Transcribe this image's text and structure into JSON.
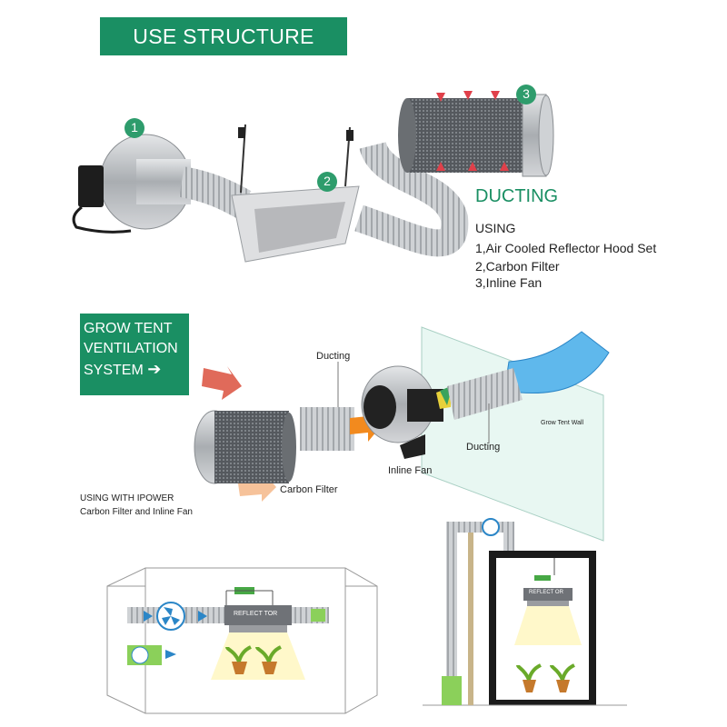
{
  "header": {
    "title": "USE STRUCTURE CHART"
  },
  "section1": {
    "markers": [
      "1",
      "2",
      "3"
    ],
    "heading": "DUCTING",
    "using_label": "USING",
    "items": [
      "1,Air Cooled Reflector Hood Set",
      "2,Carbon Filter",
      "3,Inline Fan"
    ]
  },
  "section2": {
    "box_lines": [
      "GROW TENT",
      "VENTILATION",
      "SYSTEM"
    ],
    "labels": {
      "ducting_top": "Ducting",
      "ducting_right": "Ducting",
      "inline_fan": "Inline Fan",
      "carbon_filter": "Carbon Filter",
      "grow_tent_wall": "Grow Tent Wall"
    },
    "ipower_title": "USING WITH IPOWER",
    "ipower_sub": "Carbon Filter and Inline Fan"
  },
  "section3": {
    "reflector_label_left": "REFLECT TOR",
    "reflector_label_right": "REFLECT OR"
  },
  "colors": {
    "brand_green": "#1a8f63",
    "marker_green": "#2e9c6c",
    "arrow_red": "#e0404a",
    "arrow_orange": "#f28a1e",
    "fan_blue": "#2b86c7"
  }
}
